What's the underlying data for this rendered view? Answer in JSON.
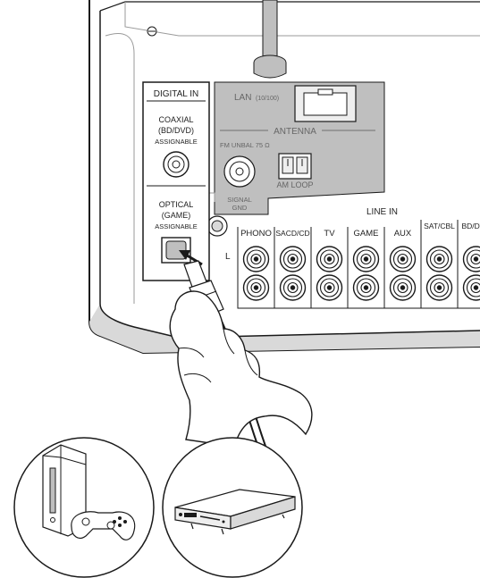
{
  "digital_in": {
    "title": "DIGITAL IN",
    "coaxial": [
      "COAXIAL",
      "(BD/DVD)",
      "ASSIGNABLE"
    ],
    "optical": [
      "OPTICAL",
      "(GAME)",
      "ASSIGNABLE"
    ]
  },
  "network": {
    "lan": "LAN",
    "lan_speed": "(10/100)"
  },
  "antenna": {
    "title": "ANTENNA",
    "fm": "FM UNBAL 75 Ω",
    "am": "AM LOOP"
  },
  "signal_gnd": [
    "SIGNAL",
    "GND"
  ],
  "line_in": {
    "title": "LINE IN",
    "channel_left": "L",
    "inputs": [
      "PHONO",
      "SACD/CD",
      "TV",
      "GAME",
      "AUX",
      "SAT/CBL",
      "BD/DVD"
    ]
  },
  "devices": {
    "left": "game-console",
    "right": "bd-dvd-player"
  },
  "colors": {
    "line": "#1a1a1a",
    "panel_gray": "#bfbfbf",
    "shadow_gray": "#d9d9d9",
    "light_gray": "#eeeeee",
    "highlight_panel": "#ffffff",
    "dim_line": "#9a9a9a"
  }
}
